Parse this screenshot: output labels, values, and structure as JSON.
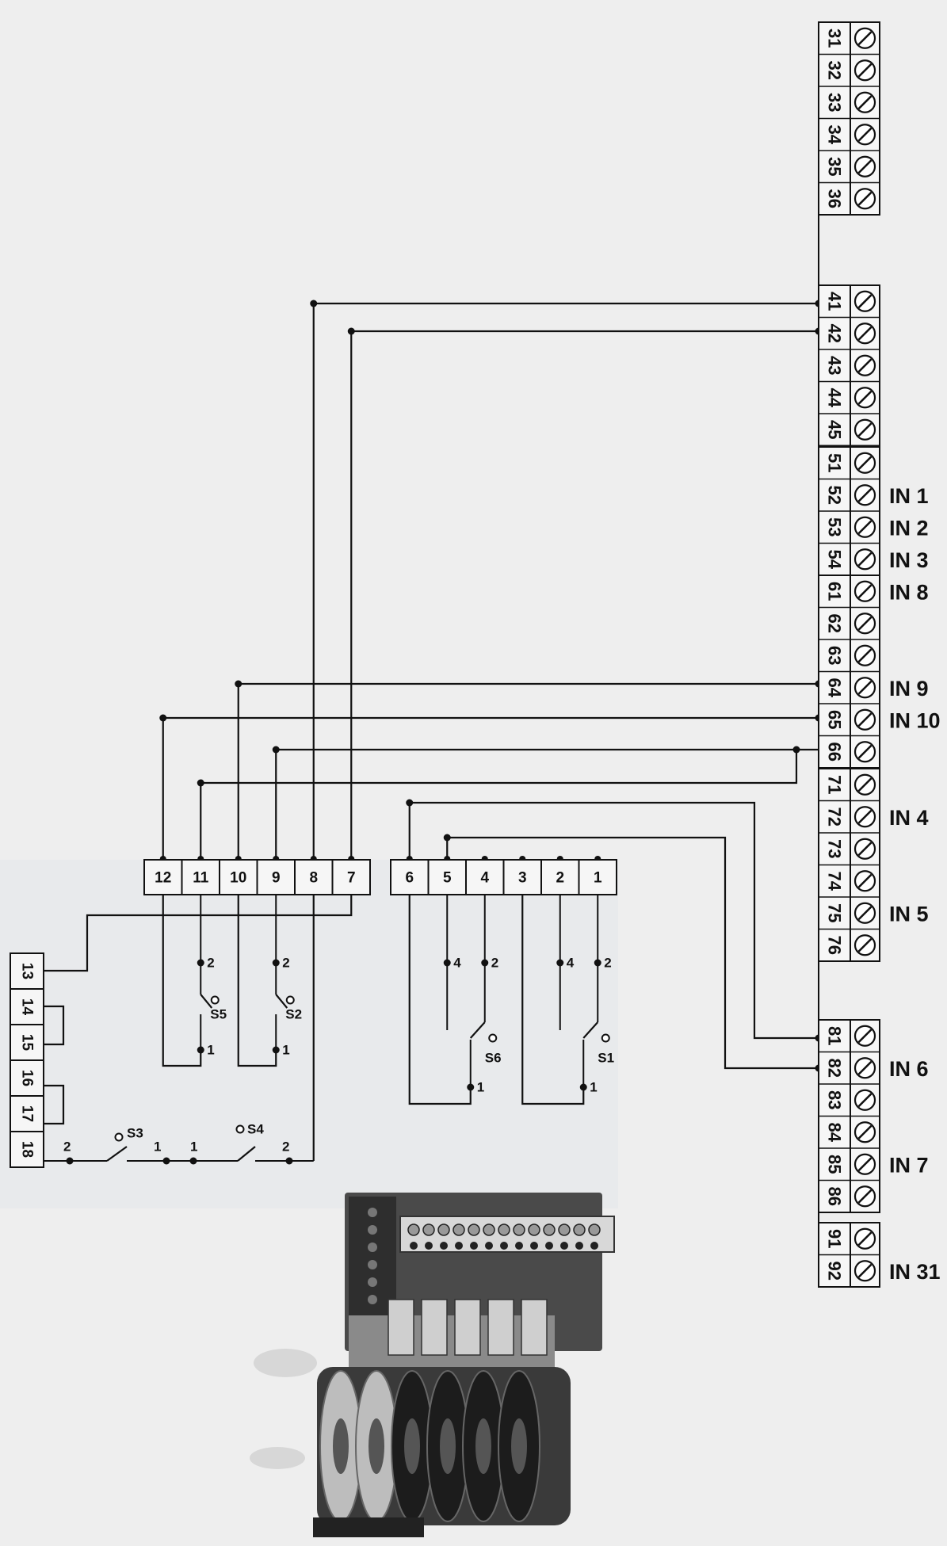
{
  "diagram": {
    "terminal_groups": [
      [
        "31",
        "32",
        "33",
        "34",
        "35",
        "36"
      ],
      [
        "41",
        "42",
        "43",
        "44",
        "45"
      ],
      [
        "51",
        "52",
        "53",
        "54"
      ],
      [
        "61",
        "62",
        "63",
        "64",
        "65",
        "66"
      ],
      [
        "71",
        "72",
        "73",
        "74",
        "75",
        "76"
      ],
      [
        "81",
        "82",
        "83",
        "84",
        "85",
        "86"
      ],
      [
        "91",
        "92"
      ]
    ],
    "input_labels": {
      "52": "IN 1",
      "53": "IN 2",
      "54": "IN 3",
      "61": "IN 8",
      "64": "IN 9",
      "65": "IN 10",
      "72": "IN 4",
      "75": "IN 5",
      "82": "IN 6",
      "85": "IN 7",
      "92": "IN 31"
    },
    "switch_block_left": [
      "12",
      "11",
      "10",
      "9",
      "8",
      "7"
    ],
    "switch_block_right": [
      "6",
      "5",
      "4",
      "3",
      "2",
      "1"
    ],
    "side_block": [
      "13",
      "14",
      "15",
      "16",
      "17",
      "18"
    ],
    "switch_labels": [
      "S5",
      "S2",
      "S6",
      "S1",
      "S3",
      "S4"
    ],
    "contact_labels": [
      "1",
      "2",
      "4"
    ]
  }
}
